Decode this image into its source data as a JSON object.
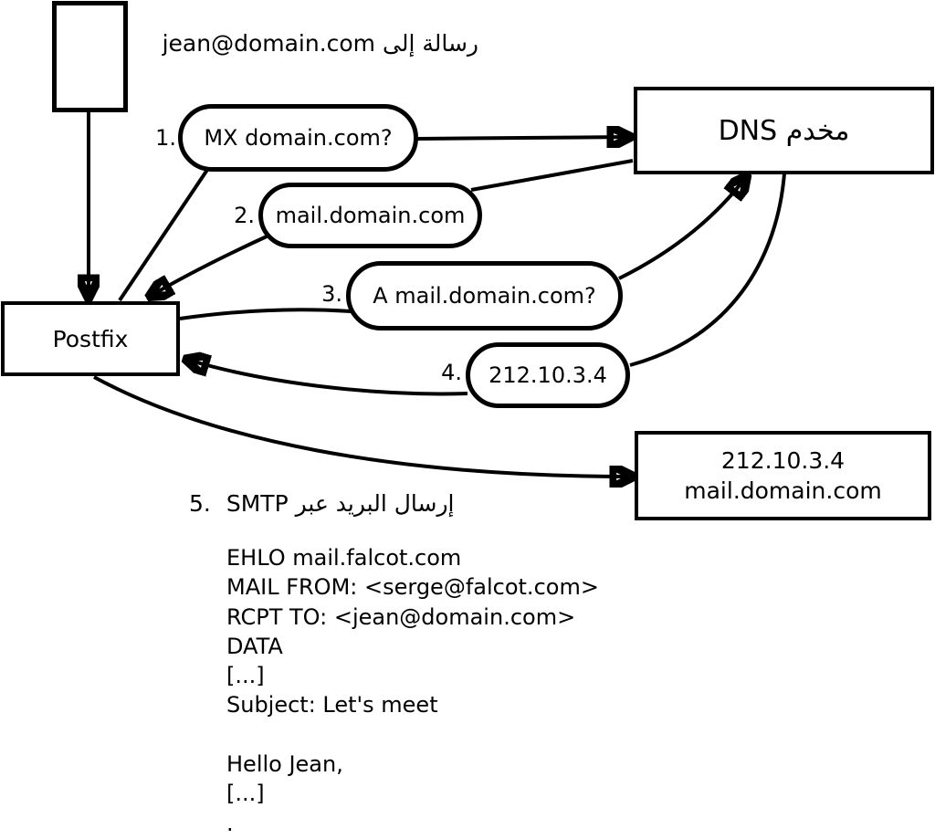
{
  "diagram": {
    "note": "رسالة إلى jean@domain.com",
    "nodes": {
      "postfix": {
        "label": "Postfix"
      },
      "dns": {
        "label": "مخدم DNS"
      },
      "mail_server": {
        "ip": "212.10.3.4",
        "hostname": "mail.domain.com"
      }
    },
    "steps": [
      {
        "num": "1.",
        "label": "MX domain.com?"
      },
      {
        "num": "2.",
        "label": "mail.domain.com"
      },
      {
        "num": "3.",
        "label": "A mail.domain.com?"
      },
      {
        "num": "4.",
        "label": "212.10.3.4"
      },
      {
        "num": "5.",
        "label": "إرسال البريد عبر SMTP"
      }
    ],
    "smtp_session": "EHLO mail.falcot.com\nMAIL FROM: <serge@falcot.com>\nRCPT TO: <jean@domain.com>\nDATA\n[...]\nSubject: Let's meet\n\nHello Jean,\n[...]\n."
  }
}
